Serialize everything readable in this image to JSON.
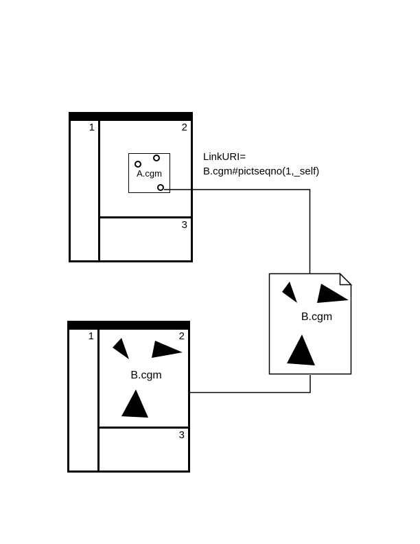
{
  "colors": {
    "ink": "#000000",
    "paper": "#ffffff"
  },
  "annotation": {
    "line1": "LinkURI=",
    "line2": "B.cgm#pictseqno(1,_self)"
  },
  "viewer_a": {
    "pane1_label": "1",
    "pane2_label": "2",
    "pane3_label": "3",
    "picture_label": "A.cgm"
  },
  "document_icon": {
    "label": "B.cgm"
  },
  "viewer_b": {
    "pane1_label": "1",
    "pane2_label": "2",
    "pane3_label": "3",
    "picture_label": "B.cgm"
  }
}
